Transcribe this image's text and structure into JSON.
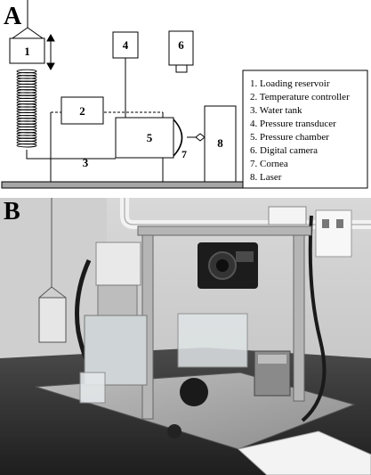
{
  "panel_a": {
    "letter": "A",
    "box_labels": {
      "loading_reservoir": "1",
      "temperature_controller": "2",
      "water_tank": "3",
      "pressure_transducer": "4",
      "pressure_chamber": "5",
      "digital_camera": "6",
      "cornea": "7",
      "laser": "8"
    },
    "legend": [
      "1. Loading reservoir",
      "2. Temperature controller",
      "3. Water tank",
      "4. Pressure transducer",
      "5. Pressure chamber",
      "6. Digital camera",
      "7. Cornea",
      "8. Laser"
    ]
  },
  "panel_b": {
    "letter": "B"
  }
}
